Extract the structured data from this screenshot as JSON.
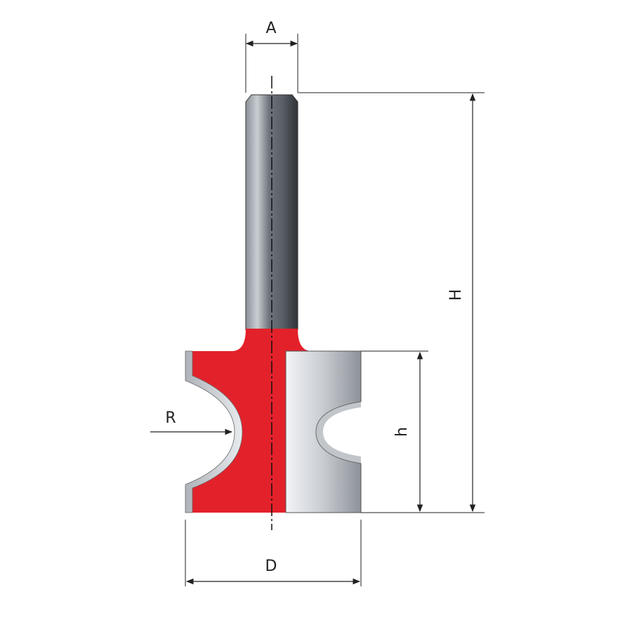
{
  "labels": {
    "a": "A",
    "h_total": "H",
    "h": "h",
    "r": "R",
    "d": "D"
  },
  "colors": {
    "red": "#e3212a",
    "steel_light": "#dde0e4",
    "steel_dark": "#7a7f86",
    "line": "#222222"
  }
}
